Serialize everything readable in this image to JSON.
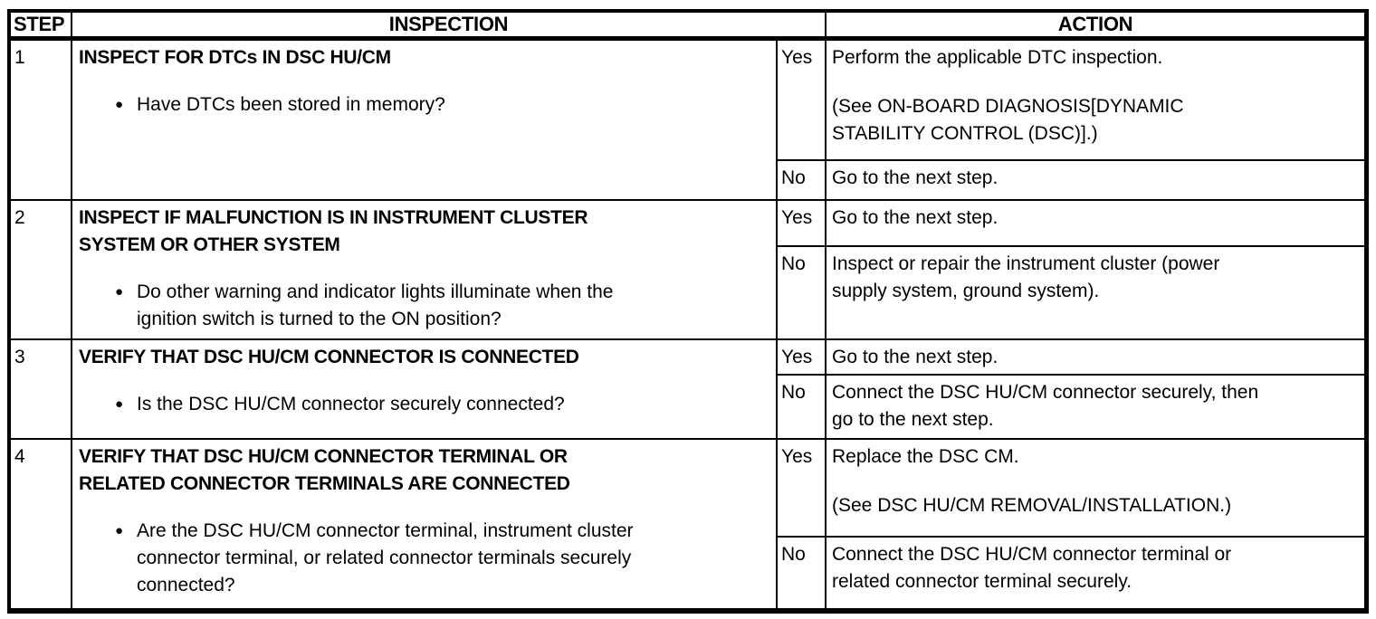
{
  "colors": {
    "border": "#000000",
    "background": "#ffffff",
    "text": "#000000"
  },
  "bullet_glyph": "●",
  "header": {
    "step": "STEP",
    "inspection": "INSPECTION",
    "action": "ACTION"
  },
  "rows": [
    {
      "step": "1",
      "title_lines": [
        "INSPECT FOR DTCs IN DSC HU/CM"
      ],
      "bullet_lines": [
        "Have DTCs been stored in memory?"
      ],
      "yes": {
        "label": "Yes",
        "lines": [
          "Perform the applicable DTC inspection."
        ],
        "lines2": [
          "(See ON-BOARD DIAGNOSIS[DYNAMIC",
          "STABILITY CONTROL (DSC)].)"
        ]
      },
      "no": {
        "label": "No",
        "lines": [
          "Go to the next step."
        ],
        "lines2": []
      }
    },
    {
      "step": "2",
      "title_lines": [
        "INSPECT IF MALFUNCTION IS IN INSTRUMENT CLUSTER",
        "SYSTEM OR OTHER SYSTEM"
      ],
      "bullet_lines": [
        "Do other warning and indicator lights illuminate when the",
        "ignition switch is turned to the ON position?"
      ],
      "yes": {
        "label": "Yes",
        "lines": [
          "Go to the next step."
        ],
        "lines2": []
      },
      "no": {
        "label": "No",
        "lines": [
          "Inspect or repair the instrument cluster (power",
          "supply system, ground system)."
        ],
        "lines2": []
      }
    },
    {
      "step": "3",
      "title_lines": [
        "VERIFY THAT DSC HU/CM CONNECTOR IS CONNECTED"
      ],
      "bullet_lines": [
        "Is the DSC HU/CM connector securely connected?"
      ],
      "yes": {
        "label": "Yes",
        "lines": [
          "Go to the next step."
        ],
        "lines2": []
      },
      "no": {
        "label": "No",
        "lines": [
          "Connect the DSC HU/CM connector securely, then",
          "go to the next step."
        ],
        "lines2": []
      }
    },
    {
      "step": "4",
      "title_lines": [
        "VERIFY THAT DSC HU/CM CONNECTOR TERMINAL OR",
        "RELATED CONNECTOR TERMINALS ARE CONNECTED"
      ],
      "bullet_lines": [
        "Are the DSC HU/CM connector terminal, instrument cluster",
        "connector terminal, or related connector terminals securely",
        "connected?"
      ],
      "yes": {
        "label": "Yes",
        "lines": [
          "Replace the DSC CM."
        ],
        "lines2": [
          "(See DSC HU/CM REMOVAL/INSTALLATION.)"
        ]
      },
      "no": {
        "label": "No",
        "lines": [
          "Connect the DSC HU/CM connector terminal or",
          "related connector terminal securely."
        ],
        "lines2": []
      }
    }
  ]
}
